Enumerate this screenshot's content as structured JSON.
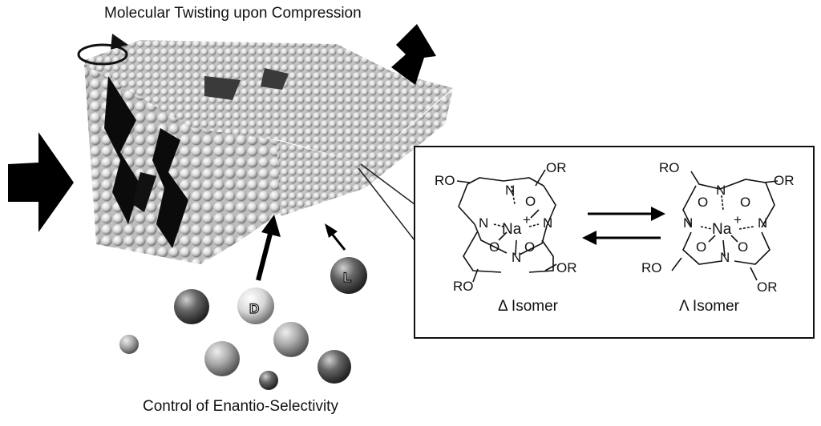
{
  "title": "Molecular Twisting upon Compression",
  "bottom_caption": "Control of Enantio-Selectivity",
  "isomers": {
    "delta_label": "Δ Isomer",
    "lambda_label": "Λ Isomer"
  },
  "chem": {
    "substituent": "RO",
    "substituent_right": "OR",
    "nitrogen": "N",
    "oxygen": "O",
    "metal": "Na",
    "charge": "+"
  },
  "enantiomers": {
    "d_label": "D",
    "l_label": "L"
  },
  "colors": {
    "arrow": "#000000",
    "sphere_light": "#f2f2f2",
    "sphere_dark": "#333333"
  }
}
